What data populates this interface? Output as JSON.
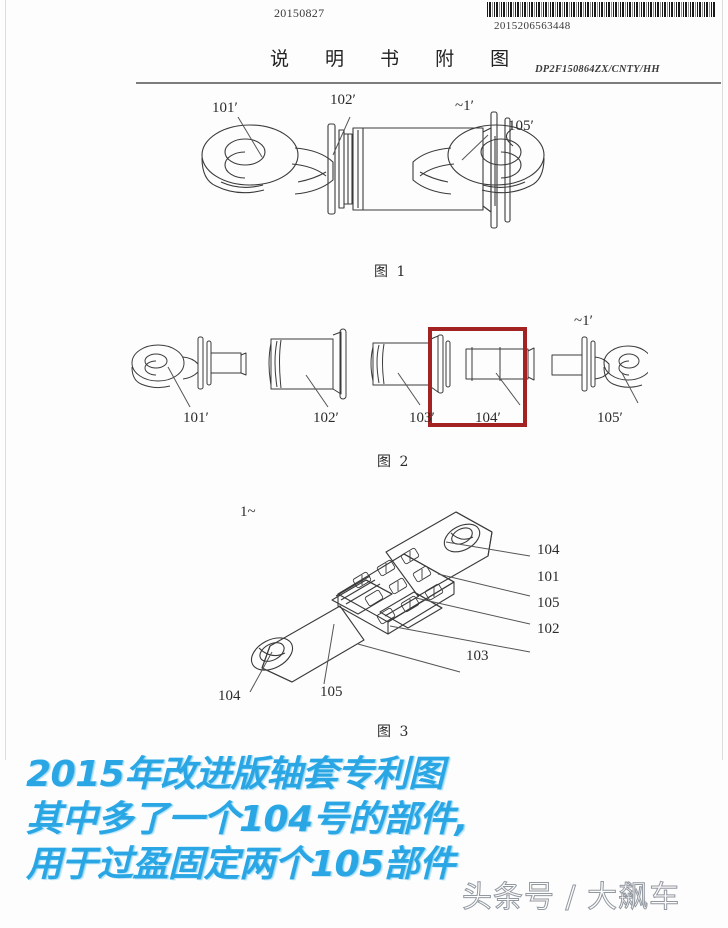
{
  "header": {
    "date": "20150827",
    "barcode_number": "2015206563448",
    "title": "说 明 书 附 图",
    "doc_code": "DP2F150864ZX/CNTY/HH"
  },
  "figures": [
    {
      "caption": "图 1",
      "labels": [
        {
          "text": "101",
          "prime": "′"
        },
        {
          "text": "102",
          "prime": "′"
        },
        {
          "text": "1",
          "prime": "′",
          "prefix": "~"
        },
        {
          "text": "105",
          "prime": "′"
        }
      ]
    },
    {
      "caption": "图 2",
      "labels": [
        {
          "text": "101",
          "prime": "′"
        },
        {
          "text": "102",
          "prime": "′"
        },
        {
          "text": "103",
          "prime": "′"
        },
        {
          "text": "104",
          "prime": "′"
        },
        {
          "text": "105",
          "prime": "′"
        },
        {
          "text": "1",
          "prime": "′",
          "prefix": "~"
        }
      ],
      "highlight_color": "#a32222"
    },
    {
      "caption": "图 3",
      "labels": [
        {
          "text": "1",
          "prime": "",
          "suffix": "~"
        },
        {
          "text": "104",
          "prime": ""
        },
        {
          "text": "101",
          "prime": ""
        },
        {
          "text": "105",
          "prime": ""
        },
        {
          "text": "102",
          "prime": ""
        },
        {
          "text": "103",
          "prime": ""
        },
        {
          "text": "104",
          "prime": ""
        },
        {
          "text": "105",
          "prime": ""
        }
      ]
    }
  ],
  "fig1": {
    "caption": "图 1",
    "label_101": "101′",
    "label_102": "102′",
    "label_1": "~1′",
    "label_105": "105′"
  },
  "fig2": {
    "caption": "图 2",
    "label_101": "101′",
    "label_102": "102′",
    "label_103": "103′",
    "label_104": "104′",
    "label_105": "105′",
    "label_1": "~1′"
  },
  "fig3": {
    "caption": "图 3",
    "label_1": "1~",
    "label_104_right": "104",
    "label_101": "101",
    "label_105_right": "105",
    "label_102": "102",
    "label_103": "103",
    "label_104_left": "104",
    "label_105_left": "105"
  },
  "caption": {
    "line1": "2015年改进版轴套专利图",
    "line2": "其中多了一个104号的部件,",
    "line3": "用于过盈固定两个105部件",
    "color": "#29a6e3"
  },
  "watermark": {
    "text": "头条号 / 大飙车"
  }
}
